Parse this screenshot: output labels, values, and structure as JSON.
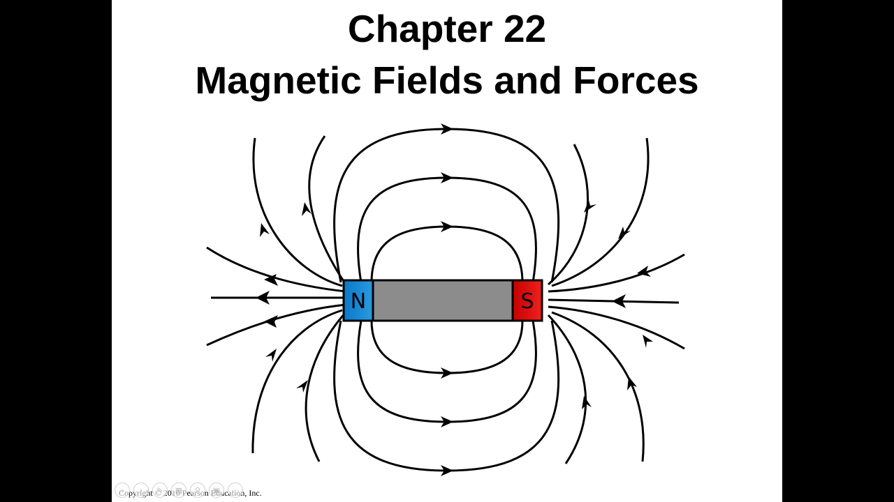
{
  "slide": {
    "title_line1": "Chapter 22",
    "title_line2": "Magnetic Fields and Forces",
    "copyright": "Copyright © 2010 Pearson Education, Inc."
  },
  "magnet": {
    "north_label": "N",
    "south_label": "S",
    "colors": {
      "north_start": "#0a78c8",
      "north_end": "#2a9ae0",
      "south_start": "#c40000",
      "south_end": "#f02020",
      "body": "#8c8c8c",
      "lines": "#000000"
    }
  },
  "toolbar": {
    "icons": [
      "prev-slide-icon",
      "next-slide-icon",
      "pen-icon",
      "slides-icon",
      "zoom-icon",
      "screen-icon",
      "more-icon"
    ]
  }
}
